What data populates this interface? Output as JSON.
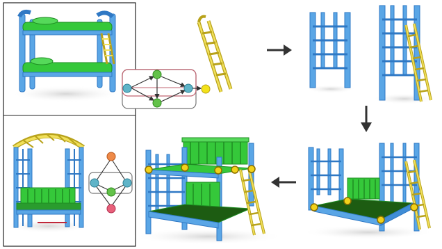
{
  "colors": {
    "frame_blue": "#5aa6e6",
    "frame_blue_dark": "#2f78c4",
    "bed_green": "#35c83a",
    "bed_green_dark": "#1e8c22",
    "ladder_yellow": "#f1e05a",
    "ladder_outline": "#b8a21a",
    "node_teal": "#5fb4c8",
    "node_green": "#63c24a",
    "node_orange": "#ef8a48",
    "node_red": "#e8607a",
    "node_yellow": "#f3e21a",
    "graph_box_border": "#c26472",
    "panel_border": "#222222",
    "arrow": "#333333",
    "joint": "#f2d21a"
  },
  "icons": {
    "step_arrow": "arrow-right-icon",
    "down_arrow": "arrow-down-icon",
    "back_arrow": "arrow-left-icon"
  },
  "figure": {
    "left_panel": [
      "bunk-bed-input",
      "arbor-bench-input"
    ],
    "pipeline": [
      "ladder-part",
      "frame-part",
      "frame-with-ladder",
      "lower-bed-assembly",
      "final-bunk-bed"
    ],
    "top_graph": {
      "nodes": [
        {
          "id": "a",
          "color": "teal"
        },
        {
          "id": "b",
          "color": "green"
        },
        {
          "id": "c",
          "color": "green"
        },
        {
          "id": "d",
          "color": "teal"
        },
        {
          "id": "e",
          "color": "yellow"
        }
      ],
      "edges": [
        [
          "a",
          "b"
        ],
        [
          "a",
          "c"
        ],
        [
          "b",
          "d"
        ],
        [
          "c",
          "d"
        ],
        [
          "d",
          "e"
        ],
        [
          "b",
          "c"
        ]
      ]
    },
    "bottom_graph": {
      "nodes": [
        {
          "id": "p",
          "color": "orange"
        },
        {
          "id": "q",
          "color": "teal"
        },
        {
          "id": "r",
          "color": "green"
        },
        {
          "id": "s",
          "color": "teal"
        },
        {
          "id": "t",
          "color": "red"
        }
      ],
      "edges": [
        [
          "p",
          "q"
        ],
        [
          "p",
          "s"
        ],
        [
          "q",
          "r"
        ],
        [
          "r",
          "s"
        ],
        [
          "q",
          "t"
        ],
        [
          "s",
          "t"
        ]
      ]
    }
  }
}
